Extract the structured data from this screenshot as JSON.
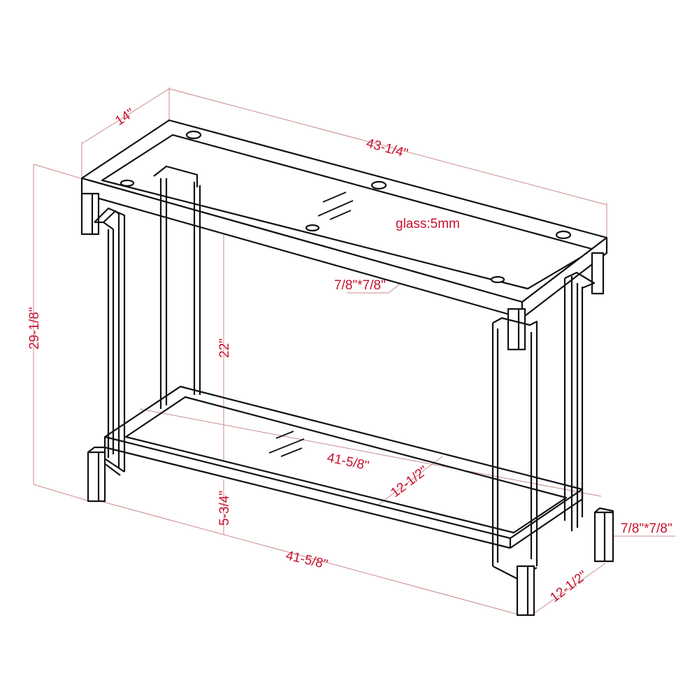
{
  "diagram": {
    "subject": "Console table with glass top and glass lower shelf",
    "colors": {
      "line": "#111111",
      "dimension_line": "#c98a8a",
      "dimension_text": "#c8102e",
      "background": "#ffffff"
    },
    "labels": {
      "depth_top": "14\"",
      "width_top": "43-1/4\"",
      "height_total": "29-1/8\"",
      "height_shelf_to_top": "22\"",
      "height_floor_to_shelf": "5-3/4\"",
      "glass_thickness": "glass:5mm",
      "frame_tube_top": "7/8\"*7/8\"",
      "frame_tube_leg": "7/8\"*7/8\"",
      "shelf_length": "41-5/8\"",
      "shelf_depth": "12-1/2\"",
      "base_length": "41-5/8\"",
      "base_depth": "12-1/2\""
    }
  }
}
